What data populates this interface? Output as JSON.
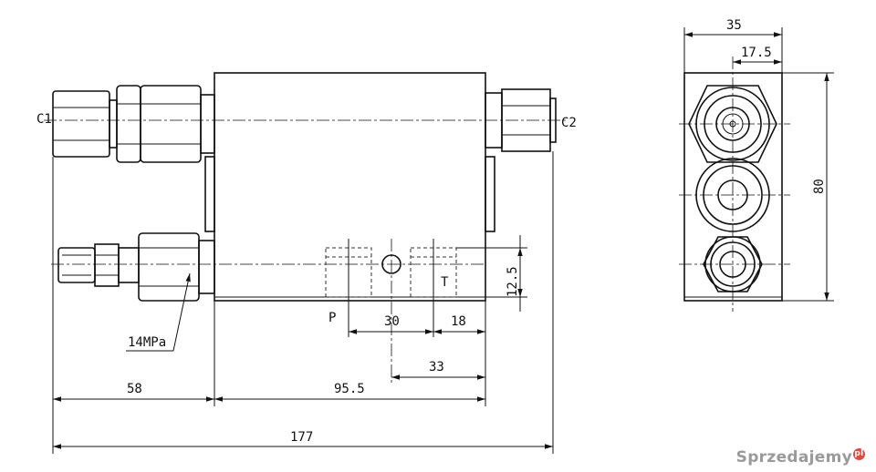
{
  "labels": {
    "port_c1": "C1",
    "port_c2": "C2",
    "port_p": "P",
    "port_t": "T",
    "pressure": "14MPa"
  },
  "dimensions": {
    "d_177": "177",
    "d_58": "58",
    "d_95_5": "95.5",
    "d_30": "30",
    "d_18": "18",
    "d_33": "33",
    "d_12_5": "12.5",
    "d_35": "35",
    "d_17_5": "17.5",
    "d_80": "80"
  },
  "watermark": {
    "text": "Sprzedajemy",
    "suffix": "pl"
  }
}
